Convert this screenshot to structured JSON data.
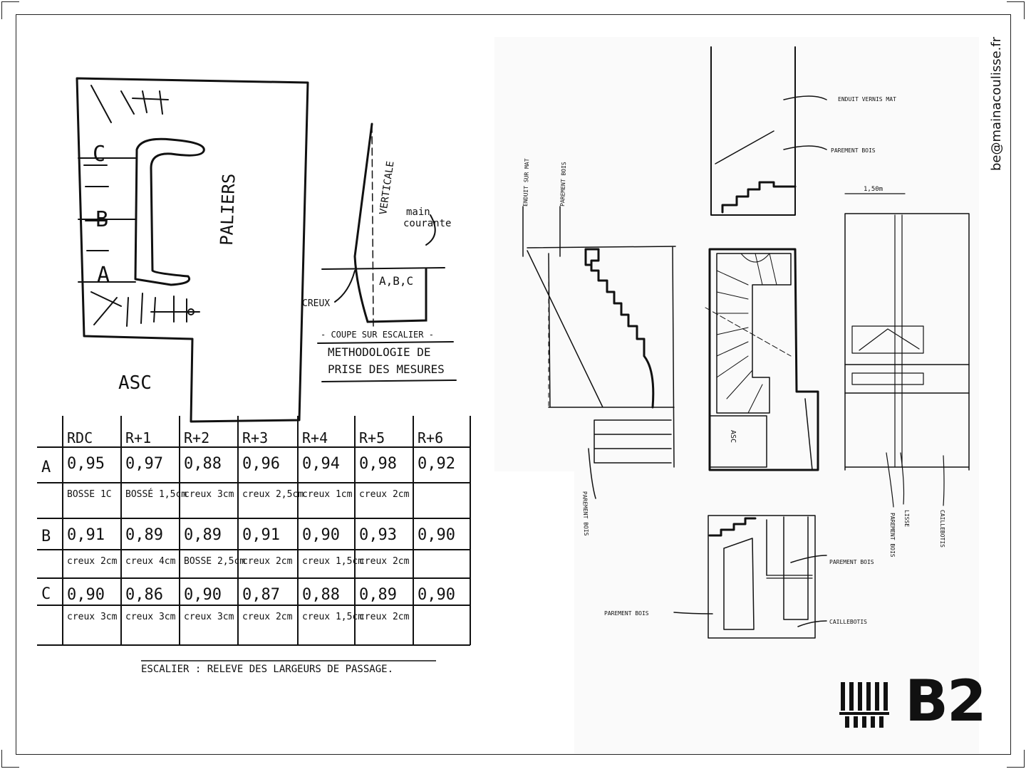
{
  "sheet": {
    "email": "be@mainacoulisse.fr",
    "logo_text": "B2"
  },
  "plan": {
    "paliers": "PALIERS",
    "asc": "ASC",
    "label_a": "A",
    "label_b": "B",
    "label_c": "C"
  },
  "method": {
    "verticale": "VERTICALE",
    "main_courante_1": "main",
    "main_courante_2": "courante",
    "points": "A,B,C",
    "creux": "CREUX",
    "coupe": "- COUPE SUR ESCALIER -",
    "title_1": "METHODOLOGIE DE",
    "title_2": "PRISE DES MESURES"
  },
  "table": {
    "headers": [
      "RDC",
      "R+1",
      "R+2",
      "R+3",
      "R+4",
      "R+5",
      "R+6"
    ],
    "rows": [
      {
        "label": "A",
        "values": [
          "0,95",
          "0,97",
          "0,88",
          "0,96",
          "0,94",
          "0,98",
          "0,92"
        ]
      },
      {
        "label": "",
        "values": [
          "BOSSE 1C",
          "BOSSÉ 1,5cm",
          "creux 3cm",
          "creux 2,5cm",
          "creux 1cm",
          "creux 2cm",
          ""
        ]
      },
      {
        "label": "B",
        "values": [
          "0,91",
          "0,89",
          "0,89",
          "0,91",
          "0,90",
          "0,93",
          "0,90"
        ]
      },
      {
        "label": "",
        "values": [
          "creux 2cm",
          "creux 4cm",
          "BOSSE 2,5cm",
          "creux 2cm",
          "creux 1,5cm",
          "creux 2cm",
          ""
        ]
      },
      {
        "label": "C",
        "values": [
          "0,90",
          "0,86",
          "0,90",
          "0,87",
          "0,88",
          "0,89",
          "0,90"
        ]
      },
      {
        "label": "",
        "values": [
          "creux 3cm",
          "creux 3cm",
          "creux 3cm",
          "creux 2cm",
          "creux 1,5cm",
          "creux 2cm",
          ""
        ]
      }
    ],
    "caption": "ESCALIER : RELEVE DES LARGEURS DE PASSAGE."
  },
  "sketches": {
    "enduit_vernis_mat": "ENDUIT VERNIS MAT",
    "parement_bois_top": "PAREMENT BOIS",
    "enduit_sur_mat": "ENDUIT SUR MAT",
    "parement_bois_left": "PAREMENT BOIS",
    "dim": "1,50m",
    "asc": "ASC",
    "parement_bois_bottom": "PAREMENT BOIS",
    "parement_bois_right": "PAREMENT BOIS",
    "parement_bois_mid": "PAREMENT BOIS",
    "caillebotis": "CAILLEBOTIS",
    "lisse": "LISSE",
    "parement_bois_far": "PAREMENT BOIS",
    "caillebotis_right": "CAILLEBOTIS"
  }
}
